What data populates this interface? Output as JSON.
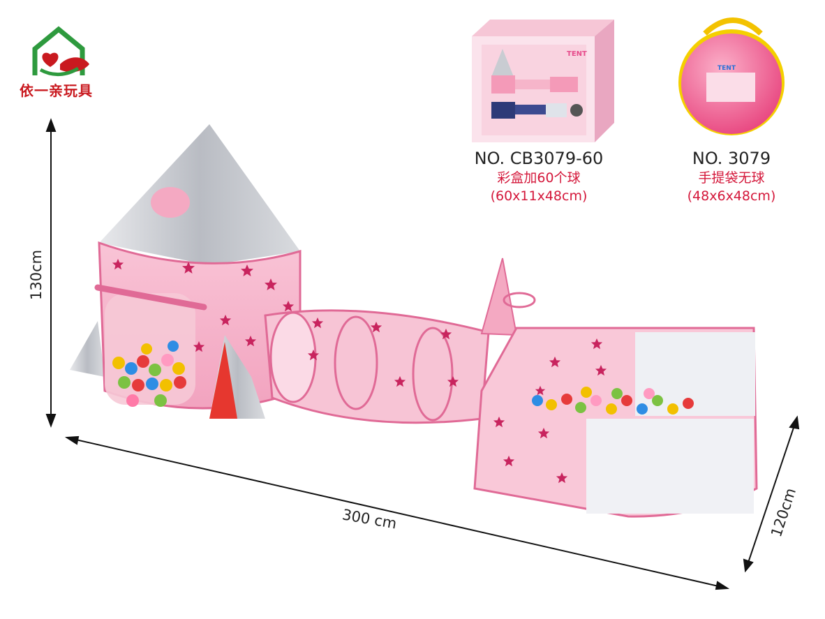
{
  "brand": {
    "logo_text": "依一亲玩具",
    "logo_icon": "house-hand-heart-icon",
    "colors": {
      "green": "#2e9a3e",
      "red": "#c9191f"
    }
  },
  "products": [
    {
      "no": "NO. CB3079-60",
      "desc": "彩盒加60个球",
      "size": "(60x11x48cm)"
    },
    {
      "no": "NO. 3079",
      "desc": "手提袋无球",
      "size": "(48x6x48cm)"
    }
  ],
  "dimensions": {
    "height": "130cm",
    "width": "300 cm",
    "depth": "120cm"
  },
  "colors": {
    "pink": "#f7b8cd",
    "pink_dark": "#e06a96",
    "star": "#c8245e",
    "silver": "#c9ccd2",
    "caption_red": "#d4173a"
  }
}
